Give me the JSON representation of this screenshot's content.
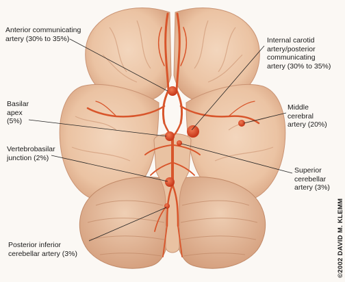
{
  "labels": {
    "anterior_communicating": "Anterior communicating\nartery (30% to 35%)",
    "internal_carotid": "Internal carotid\nartery/posterior\ncommunicating\nartery (30% to 35%)",
    "basilar_apex": "Basilar\napex\n(5%)",
    "middle_cerebral": "Middle\ncerebral\nartery (20%)",
    "vertebrobasilar": "Vertebrobasilar\njunction (2%)",
    "superior_cerebellar": "Superior\ncerebellar\nartery (3%)",
    "posterior_inferior": "Posterior inferior\ncerebellar artery (3%)"
  },
  "copyright": "©2002 DAVID M. KLEMM",
  "colors": {
    "background": "#fbf8f4",
    "brain": "#edc7a9",
    "brain_shadow": "#d9a583",
    "artery": "#d8552b",
    "aneurysm": "#e2441d",
    "leader_line": "#222222"
  }
}
